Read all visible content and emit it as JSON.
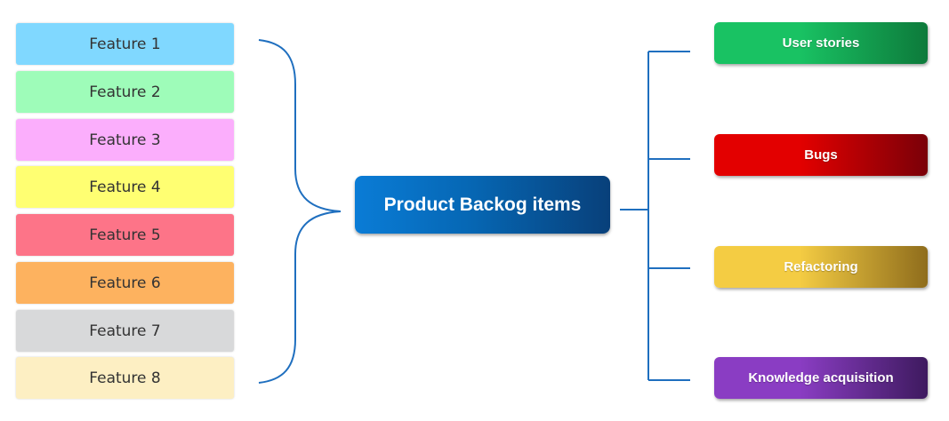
{
  "features": [
    {
      "label": "Feature 1",
      "color": "#80d8ff"
    },
    {
      "label": "Feature 2",
      "color": "#9efcb9"
    },
    {
      "label": "Feature 3",
      "color": "#fbaefc"
    },
    {
      "label": "Feature 4",
      "color": "#ffff72"
    },
    {
      "label": "Feature 5",
      "color": "#fd7488"
    },
    {
      "label": "Feature 6",
      "color": "#fdb25f"
    },
    {
      "label": "Feature 7",
      "color": "#d8d9da"
    },
    {
      "label": "Feature 8",
      "color": "#fdefc3"
    }
  ],
  "central": {
    "label": "Product Backog items",
    "color": "#0667b4"
  },
  "categories": [
    {
      "label": "User stories",
      "color_start": "#19c263",
      "color_end": "#0d7a3b"
    },
    {
      "label": "Bugs",
      "color_start": "#e30000",
      "color_end": "#7a0008"
    },
    {
      "label": "Refactoring",
      "color_start": "#f4cc43",
      "color_end": "#8f6d1c"
    },
    {
      "label": "Knowledge acquisition",
      "color_start": "#8a3dc3",
      "color_end": "#3e1a5f"
    }
  ],
  "connector_color": "#1f6fbf"
}
